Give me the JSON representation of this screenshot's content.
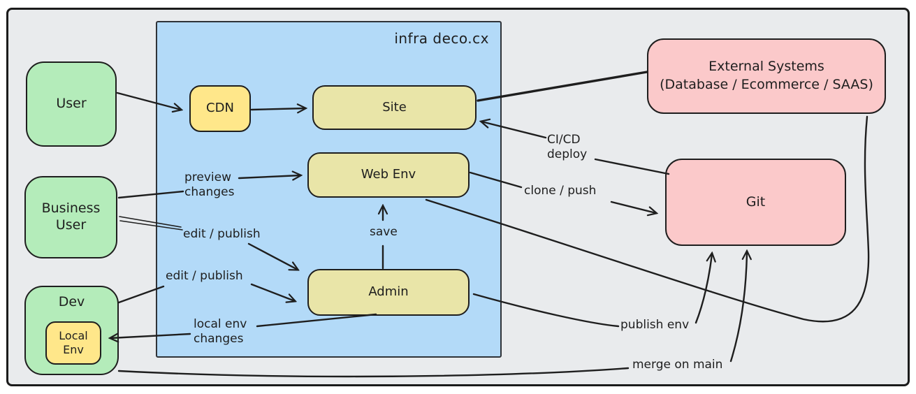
{
  "diagram": {
    "title": "infra deco.cx",
    "nodes": {
      "user": {
        "label": "User"
      },
      "business_user": {
        "label": "Business\nUser"
      },
      "dev": {
        "label": "Dev"
      },
      "local_env": {
        "label": "Local\nEnv"
      },
      "cdn": {
        "label": "CDN"
      },
      "site": {
        "label": "Site"
      },
      "web_env": {
        "label": "Web Env"
      },
      "admin": {
        "label": "Admin"
      },
      "external_systems": {
        "label": "External Systems\n(Database / Ecommerce / SAAS)"
      },
      "git": {
        "label": "Git"
      }
    },
    "edge_labels": {
      "preview_changes": "preview\nchanges",
      "edit_publish_business": "edit / publish",
      "edit_publish_dev": "edit / publish",
      "save": "save",
      "clone_push": "clone / push",
      "cicd_deploy": "CI/CD\ndeploy",
      "publish_env": "publish env",
      "merge_on_main": "merge on main",
      "local_env_changes": "local env\nchanges"
    },
    "edges": [
      {
        "from": "User",
        "to": "CDN",
        "label": ""
      },
      {
        "from": "CDN",
        "to": "Site",
        "label": ""
      },
      {
        "from": "Site",
        "to": "External Systems",
        "label": ""
      },
      {
        "from": "Git",
        "to": "Site",
        "label": "CI/CD deploy"
      },
      {
        "from": "Business User",
        "to": "Web Env",
        "label": "preview changes"
      },
      {
        "from": "Business User",
        "to": "Admin",
        "label": "edit / publish"
      },
      {
        "from": "Dev",
        "to": "Admin",
        "label": "edit / publish"
      },
      {
        "from": "Admin",
        "to": "Web Env",
        "label": "save"
      },
      {
        "from": "Web Env",
        "to": "Git",
        "label": "clone / push"
      },
      {
        "from": "Web Env",
        "to": "External Systems",
        "label": ""
      },
      {
        "from": "Admin",
        "to": "Git",
        "label": "publish env"
      },
      {
        "from": "Dev",
        "to": "Git",
        "label": "merge on main"
      },
      {
        "from": "Admin",
        "to": "Local Env",
        "label": "local env changes"
      }
    ],
    "colors": {
      "canvas": "#e9ebed",
      "container_blue": "#b3daf8",
      "node_green": "#b4ecba",
      "node_yellow": "#ffe78a",
      "node_khaki": "#e9e5a8",
      "node_pink": "#fbc9ca",
      "stroke": "#1e1e1e"
    }
  }
}
